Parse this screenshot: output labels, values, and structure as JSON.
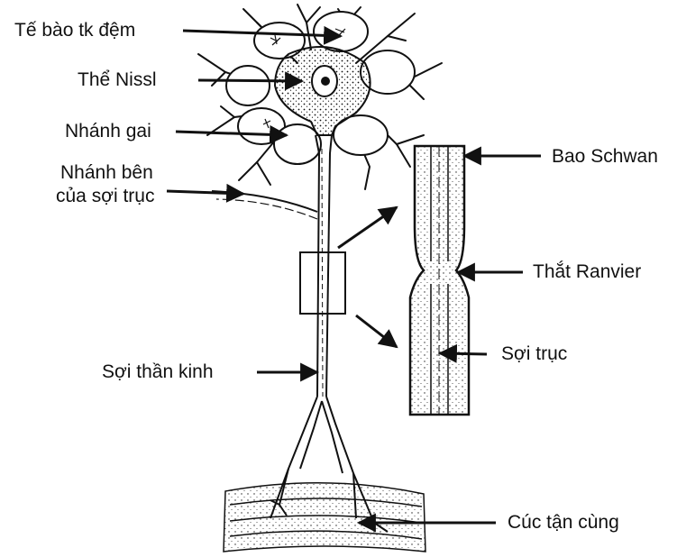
{
  "labels": {
    "glial": "Tế bào tk đệm",
    "nissl": "Thể Nissl",
    "dendrite": "Nhánh gai",
    "collateral_1": "Nhánh bên",
    "collateral_2": "của sợi trục",
    "nerve_fiber": "Sợi thần kinh",
    "schwann": "Bao Schwan",
    "ranvier": "Thắt Ranvier",
    "axon": "Sợi trục",
    "terminal": "Cúc tận cùng"
  },
  "colors": {
    "ink": "#111111",
    "background": "#ffffff"
  }
}
